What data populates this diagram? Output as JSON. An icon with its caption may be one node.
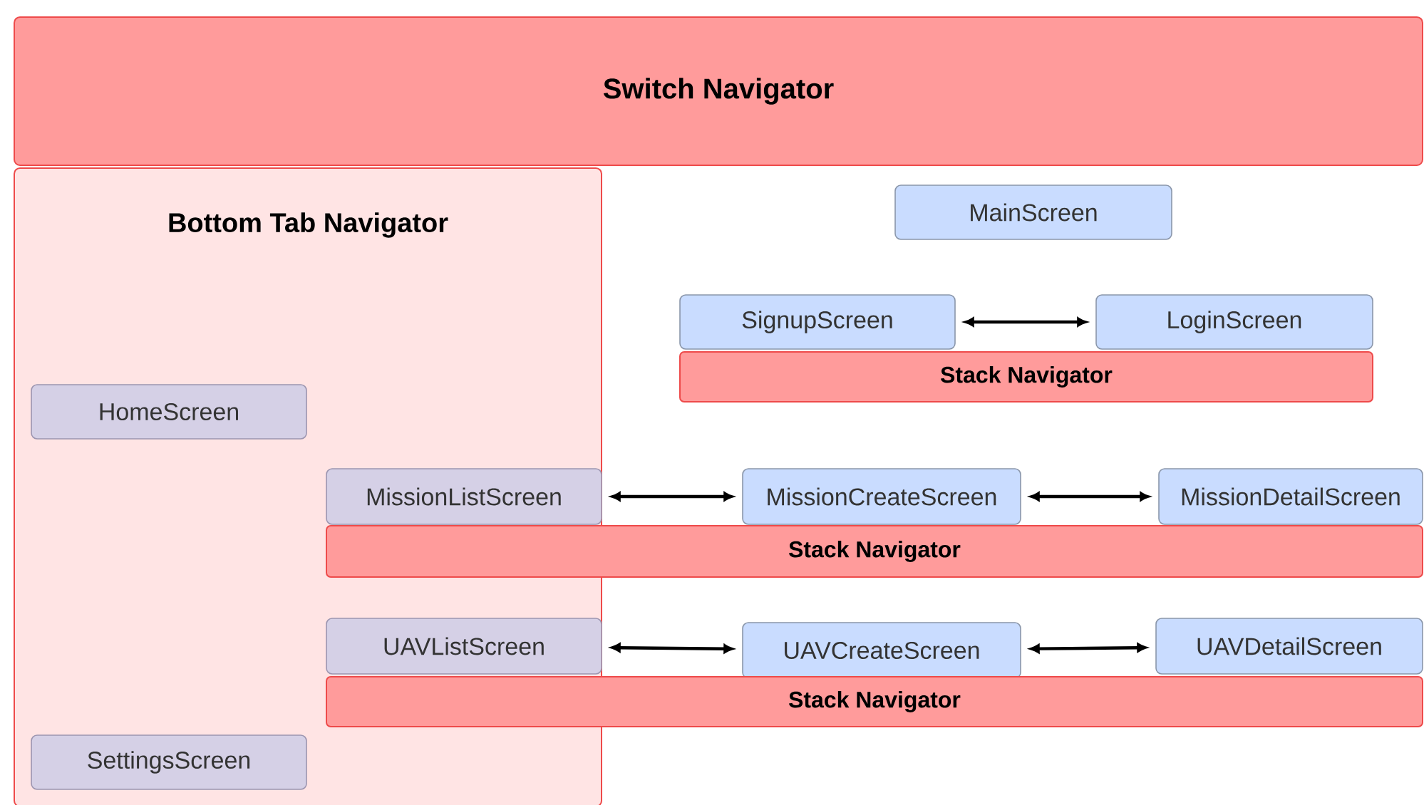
{
  "diagram": {
    "nodes": [
      {
        "text": [
          "Switch Navigator"
        ]
      },
      {
        "text": [
          "Bottom Tab Navigator"
        ]
      },
      {
        "text": [
          "MainScreen"
        ]
      },
      {
        "text": [
          "SignupScreen"
        ]
      },
      {
        "text": [
          "LoginScreen"
        ]
      },
      {
        "text": [
          "Stack Navigator"
        ]
      },
      {
        "text": [
          "HomeScreen"
        ],
        "in": 1
      },
      {
        "text": [
          "MissionListScreen"
        ],
        "in": 1
      },
      {
        "text": [
          "MissionCreateScreen"
        ]
      },
      {
        "text": [
          "MissionDetailScreen"
        ]
      },
      {
        "text": [
          "Stack Navigator"
        ]
      },
      {
        "text": [
          "UAVListScreen"
        ],
        "in": 1
      },
      {
        "text": [
          "UAVCreateScreen"
        ]
      },
      {
        "text": [
          "UAVDetailScreen"
        ]
      },
      {
        "text": [
          "Stack Navigator"
        ]
      },
      {
        "text": [
          "SettingsScreen"
        ],
        "in": 1
      }
    ],
    "edges": [
      {
        "from": 3,
        "to": 4,
        "arrow": "both"
      },
      {
        "from": 7,
        "to": 8,
        "arrow": "both"
      },
      {
        "from": 8,
        "to": 9,
        "arrow": "both"
      },
      {
        "from": 11,
        "to": 12,
        "arrow": "both"
      },
      {
        "from": 12,
        "to": 13,
        "arrow": "both"
      }
    ]
  }
}
